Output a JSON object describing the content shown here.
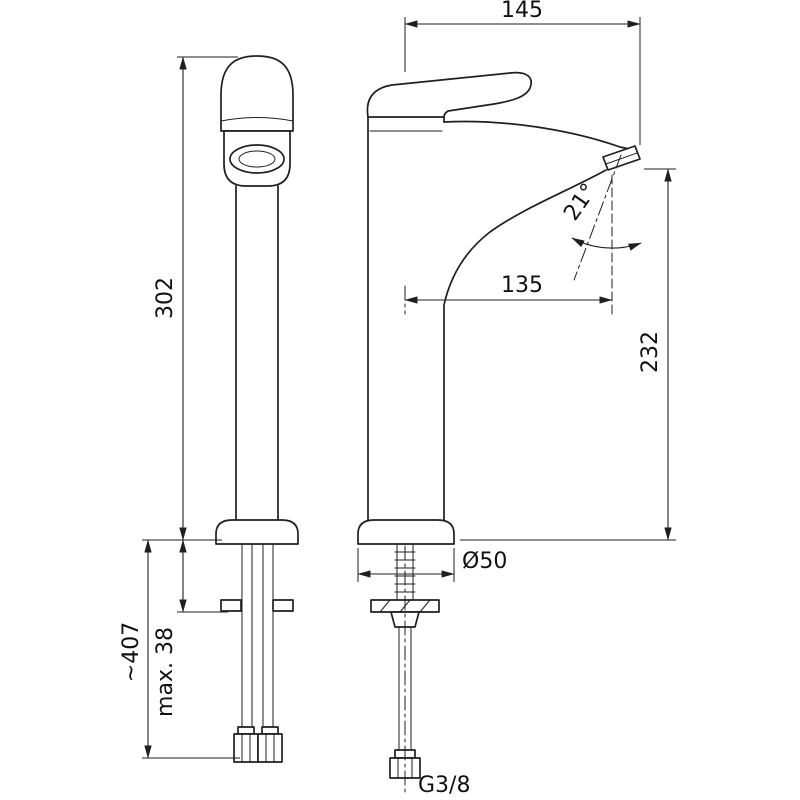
{
  "drawing": {
    "type": "technical-dimension-drawing",
    "subject": "tall single-lever basin mixer faucet, front and side views",
    "background_color": "#ffffff",
    "line_color": "#1f1f1f",
    "dimensions": {
      "spout_reach_total": "145",
      "body_height": "302",
      "spout_angle": "21°",
      "spout_reach_to_stream": "135",
      "outlet_height": "232",
      "base_diameter": "Ø50",
      "hose_length": "~407",
      "max_deck_thickness": "max. 38",
      "connection_thread": "G3/8"
    }
  }
}
